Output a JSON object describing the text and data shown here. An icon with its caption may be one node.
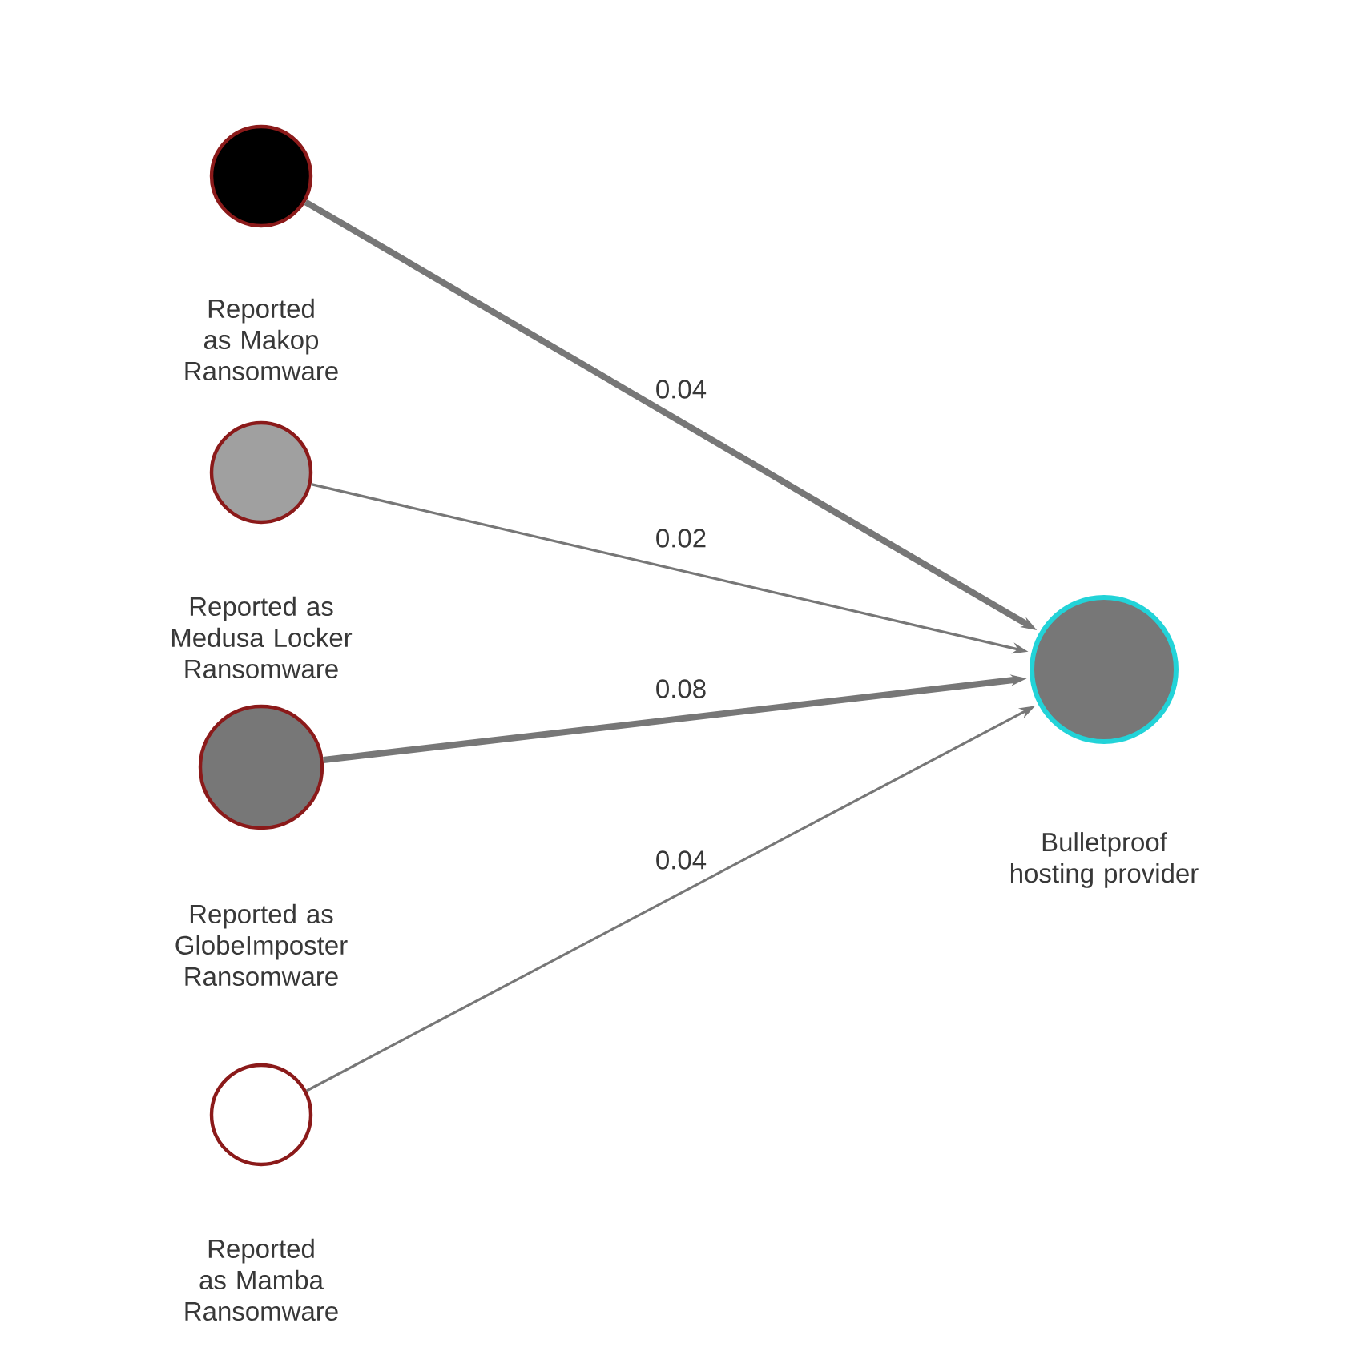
{
  "diagram": {
    "nodes": [
      {
        "text": [
          "Reported as Makop Ransomware"
        ]
      },
      {
        "text": [
          "Reported as Medusa Locker Ransomware"
        ]
      },
      {
        "text": [
          "Reported as GlobeImposter Ransomware"
        ]
      },
      {
        "text": [
          "Reported as Mamba Ransomware"
        ]
      },
      {
        "text": [
          "Bulletproof hosting provider"
        ]
      }
    ],
    "edges": [
      {
        "from": 0,
        "to": 4,
        "arrow": "to",
        "label": "0.04",
        "style": "thick"
      },
      {
        "from": 1,
        "to": 4,
        "arrow": "to",
        "label": "0.02"
      },
      {
        "from": 2,
        "to": 4,
        "arrow": "to",
        "label": "0.08",
        "style": "thick"
      },
      {
        "from": 3,
        "to": 4,
        "arrow": "to",
        "label": "0.04"
      }
    ]
  }
}
